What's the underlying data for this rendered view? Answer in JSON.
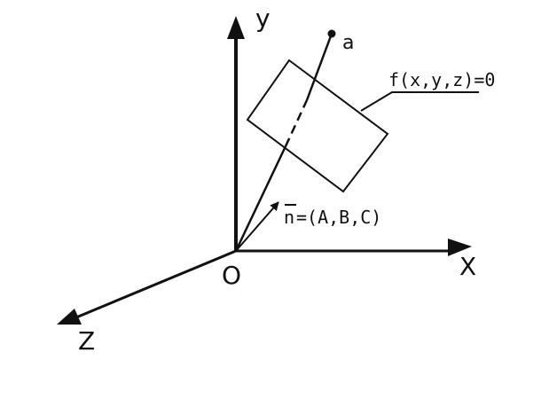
{
  "diagram": {
    "axes": {
      "y_label": "y",
      "x_label": "X",
      "z_label": "Z",
      "origin_label": "O"
    },
    "point_label": "a",
    "surface_label": "f(x,y,z)=0",
    "normal_bar": "n",
    "normal_value": "=(A,B,C)",
    "colors": {
      "ink": "#111111",
      "background": "#ffffff"
    }
  }
}
